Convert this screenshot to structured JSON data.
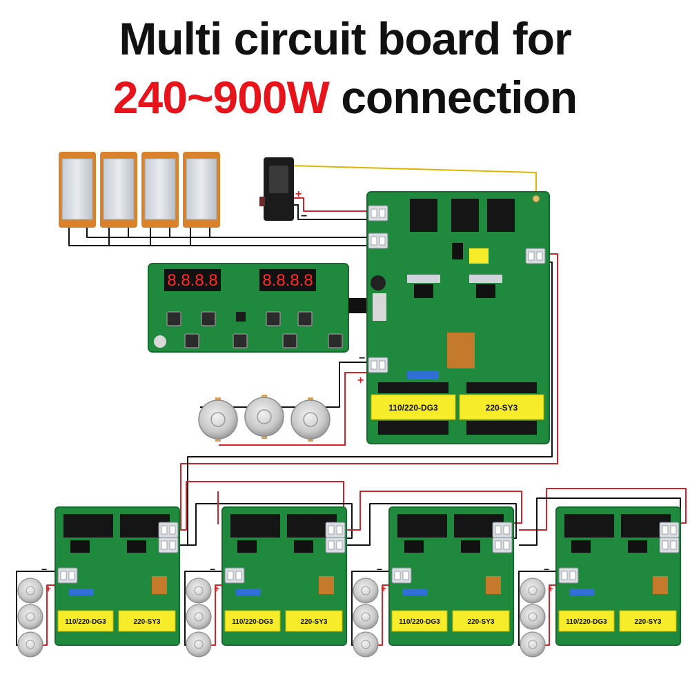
{
  "title": {
    "line1": "Multi circuit board for",
    "line2_highlight": "240~900W",
    "line2_rest": " connection"
  },
  "main_board": {
    "transformer_left": "110/220-DG3",
    "transformer_right": "220-SY3"
  },
  "display_board": {
    "digits_left": "8.8.8.8",
    "digits_right": "8.8.8.8"
  },
  "slave_board": {
    "transformer_left": "110/220-DG3",
    "transformer_right": "220-SY3"
  },
  "polarity": {
    "plus": "+",
    "minus": "−"
  },
  "colors": {
    "title_black": "#111111",
    "title_red": "#e8141c",
    "pcb_green": "#1f8a3e",
    "pcb_dark": "#156b2d",
    "transformer_yellow": "#f6ec2a",
    "wire_red": "#d2232a",
    "wire_black": "#111111",
    "wire_yellow": "#e0b400"
  }
}
